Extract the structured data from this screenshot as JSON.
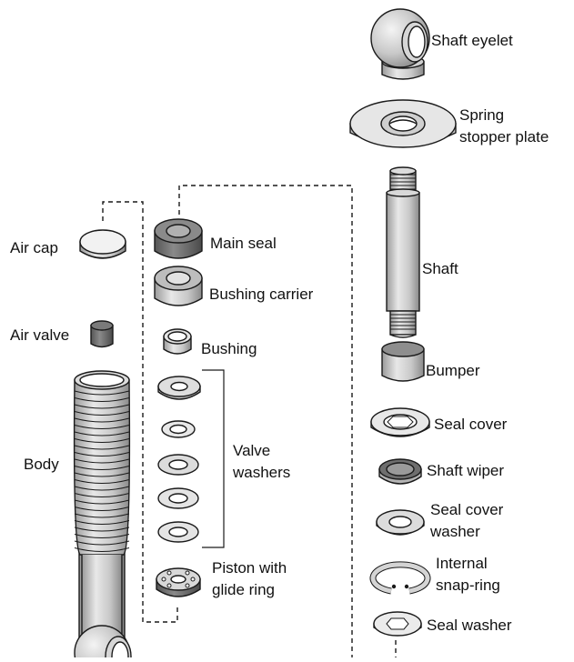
{
  "diagram": {
    "parts": {
      "shaft_eyelet": "Shaft eyelet",
      "spring_stopper_plate": [
        "Spring",
        "stopper plate"
      ],
      "shaft": "Shaft",
      "bumper": "Bumper",
      "seal_cover": "Seal cover",
      "shaft_wiper": "Shaft wiper",
      "seal_cover_washer": [
        "Seal cover",
        "washer"
      ],
      "internal_snap_ring": [
        "Internal",
        "snap-ring"
      ],
      "seal_washer": "Seal washer",
      "air_cap": "Air cap",
      "air_valve": "Air valve",
      "body": "Body",
      "main_seal": "Main seal",
      "bushing_carrier": "Bushing carrier",
      "bushing": "Bushing",
      "valve_washers": [
        "Valve",
        "washers"
      ],
      "piston_with_glide_ring": [
        "Piston with",
        "glide ring"
      ]
    },
    "colors": {
      "line": "#1a1a1a",
      "light_gray": "#e4e4e4",
      "mid_gray": "#b9b9b9",
      "dark_gray": "#6e6e6e",
      "hole": "#ffffff"
    }
  }
}
